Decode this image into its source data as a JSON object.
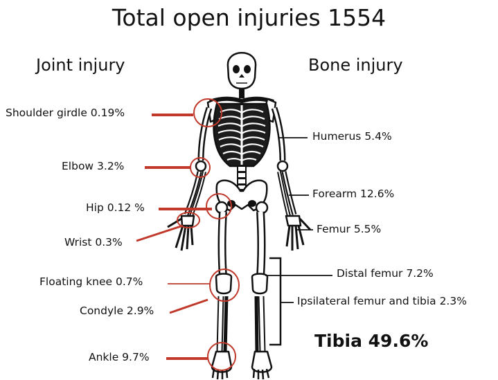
{
  "title": "Total open injuries 1554",
  "headings": {
    "joint": "Joint injury",
    "bone": "Bone injury"
  },
  "joint_injuries": [
    {
      "label": "Shoulder girdle 0.19%"
    },
    {
      "label": "Elbow 3.2%"
    },
    {
      "label": "Hip 0.12 %"
    },
    {
      "label": "Wrist 0.3%"
    },
    {
      "label": "Floating knee 0.7%"
    },
    {
      "label": "Condyle 2.9%"
    },
    {
      "label": "Ankle 9.7%"
    }
  ],
  "bone_injuries": [
    {
      "label": "Humerus 5.4%"
    },
    {
      "label": "Forearm 12.6%"
    },
    {
      "label": "Femur 5.5%"
    },
    {
      "label": "Distal femur 7.2%"
    },
    {
      "label": "Ipsilateral femur and tibia 2.3%"
    }
  ],
  "tibia": {
    "label": "Tibia 49.6%"
  },
  "colors": {
    "marker": "#c0392b",
    "text": "#111111",
    "bone_outline": "#111111"
  }
}
